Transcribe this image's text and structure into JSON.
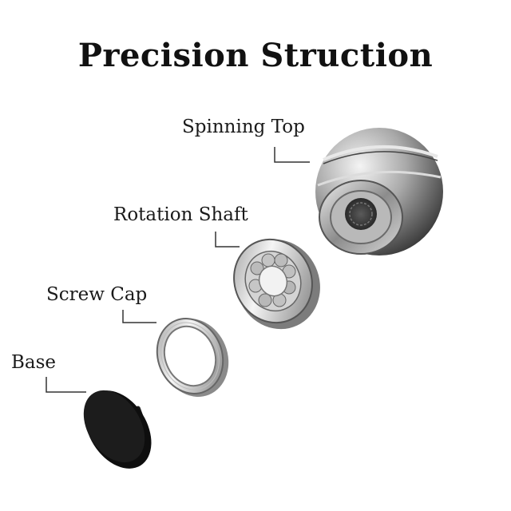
{
  "title": "Precision Struction",
  "parts": {
    "spinning_top": "Spinning Top",
    "rotation_shaft": "Rotation Shaft",
    "screw_cap": "Screw Cap",
    "base": "Base"
  }
}
